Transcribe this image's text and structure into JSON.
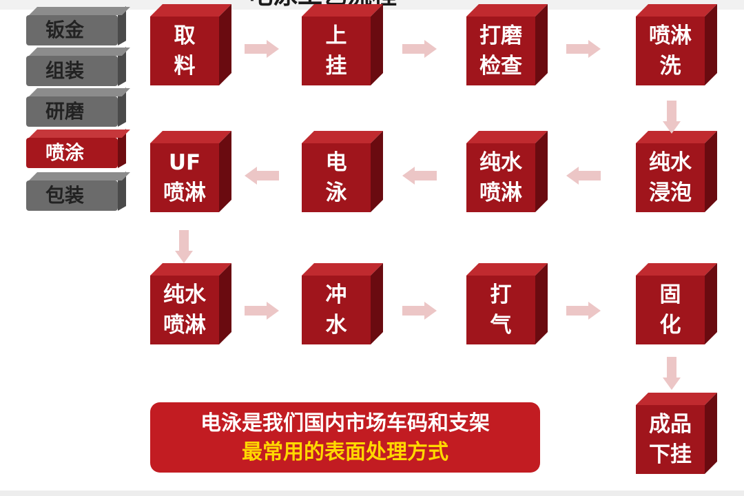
{
  "title_fragment": "电泳工艺流程",
  "categories": [
    {
      "label": "钣金",
      "active": false
    },
    {
      "label": "组装",
      "active": false
    },
    {
      "label": "研磨",
      "active": false
    },
    {
      "label": "喷涂",
      "active": true
    },
    {
      "label": "包装",
      "active": false
    }
  ],
  "steps": [
    {
      "line1": "取",
      "line2": "料"
    },
    {
      "line1": "上",
      "line2": "挂"
    },
    {
      "line1": "打磨",
      "line2": "检查"
    },
    {
      "line1": "喷淋",
      "line2": "洗"
    },
    {
      "line1": "纯水",
      "line2": "浸泡"
    },
    {
      "line1": "纯水",
      "line2": "喷淋"
    },
    {
      "line1": "电",
      "line2": "泳"
    },
    {
      "line1": "UF",
      "line2": "喷淋"
    },
    {
      "line1": "纯水",
      "line2": "喷淋"
    },
    {
      "line1": "冲",
      "line2": "水"
    },
    {
      "line1": "打",
      "line2": "气"
    },
    {
      "line1": "固",
      "line2": "化"
    },
    {
      "line1": "成品",
      "line2": "下挂"
    }
  ],
  "note": {
    "line1": "电泳是我们国内市场车码和支架",
    "line2": "最常用的表面处理方式"
  },
  "colors": {
    "cube_front": "#a0151c",
    "cube_top": "#c02a2f",
    "cube_side": "#6a0b10",
    "tab_grey": "#6b6b6b",
    "tab_active": "#a6171d",
    "arrow": "#ecc6c6",
    "note_bg": "#c21c22",
    "note_highlight": "#ffd800"
  }
}
